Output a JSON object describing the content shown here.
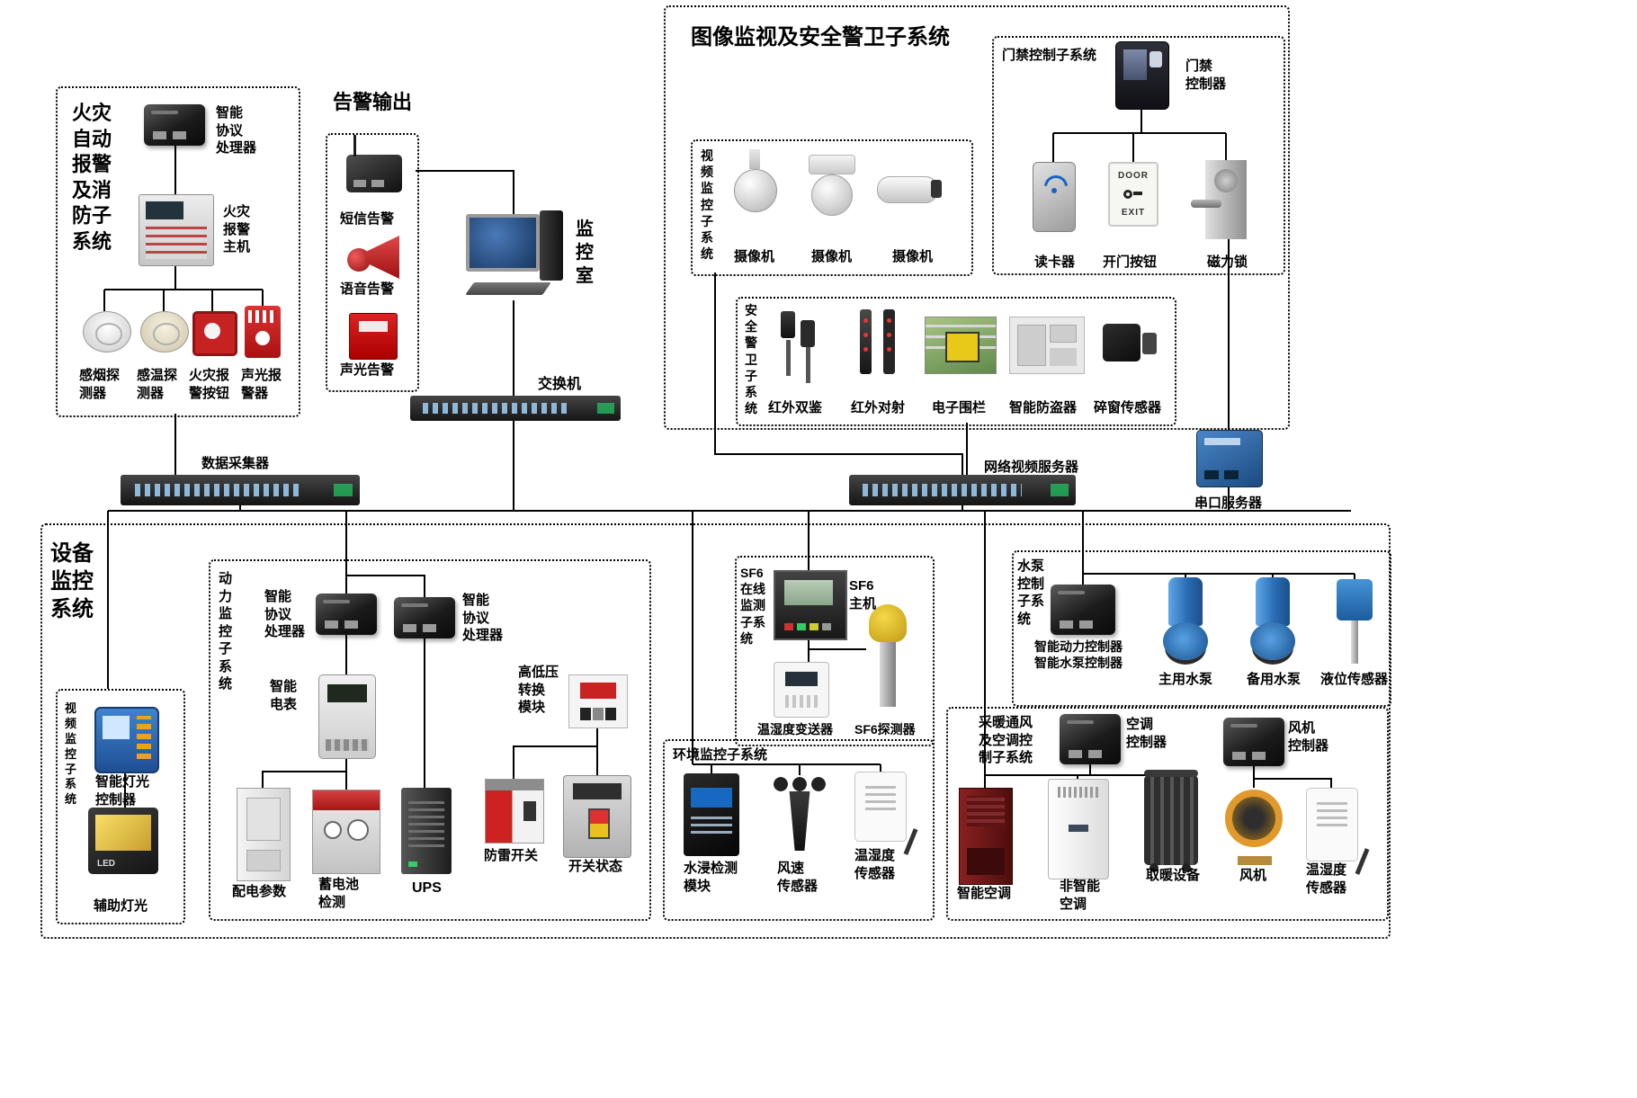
{
  "fire_system": {
    "title": "火灾自动报警及消防子系统",
    "protocol_processor": "智能\n协议\n处理器",
    "alarm_host": "火灾\n报警\n主机",
    "smoke_detector": "感烟探\n测器",
    "temp_detector": "感温探\n测器",
    "alarm_button": "火灾报\n警按钮",
    "sound_light_alarm": "声光报\n警器"
  },
  "alarm_output": {
    "title": "告警输出",
    "sms_alarm": "短信告警",
    "voice_alarm": "语音告警",
    "sound_light_alarm": "声光告警"
  },
  "monitor_room": {
    "title": "监控室"
  },
  "network": {
    "switch": "交换机",
    "data_collector": "数据采集器",
    "video_server": "网络视频服务器",
    "serial_server": "串口服务器"
  },
  "image_security": {
    "title": "图像监视及安全警卫子系统",
    "access": {
      "title": "门禁控制子系统",
      "controller": "门禁\n控制器",
      "card_reader": "读卡器",
      "door_button": "开门按钮",
      "door_text_top": "DOOR",
      "door_text_bottom": "EXIT",
      "magnetic_lock": "磁力锁"
    },
    "video": {
      "title": "视频监控子系统",
      "camera1": "摄像机",
      "camera2": "摄像机",
      "camera3": "摄像机"
    },
    "security": {
      "title": "安全警卫子系统",
      "ir_dual": "红外双鉴",
      "ir_beam": "红外对射",
      "fence": "电子围栏",
      "anti_theft": "智能防盗器",
      "window_sensor": "碎窗传感器"
    }
  },
  "equipment": {
    "title": "设备监控系统",
    "power": {
      "title": "动力监控子系统",
      "processor1": "智能\n协议\n处理器",
      "processor2": "智能\n协议\n处理器",
      "meter": "智能\n电表",
      "hv_module": "高低压\n转换\n模块",
      "distribution": "配电参数",
      "battery": "蓄电池\n检测",
      "ups": "UPS",
      "lightning": "防雷开关",
      "switch_status": "开关状态"
    },
    "lighting": {
      "title": "视频监控子系统",
      "controller": "智能灯光\n控制器",
      "led": "LED",
      "aux_light": "辅助灯光"
    },
    "sf6": {
      "title": "SF6\n在线\n监测\n子系\n统",
      "host": "SF6\n主机",
      "transmitter": "温湿度变送器",
      "detector": "SF6探测器"
    },
    "environment": {
      "title": "环境监控子系统",
      "water_module": "水浸检测\n模块",
      "wind_sensor": "风速\n传感器",
      "humiture": "温湿度\n传感器"
    },
    "pump": {
      "title": "水泵\n控制\n子系\n统",
      "controller": "智能动力控制器\n智能水泵控制器",
      "main_pump": "主用水泵",
      "backup_pump": "备用水泵",
      "level_sensor": "液位传感器"
    },
    "hvac": {
      "title": "采暖通风\n及空调控\n制子系统",
      "ac_controller": "空调\n控制器",
      "fan_controller": "风机\n控制器",
      "smart_ac": "智能空调",
      "normal_ac": "非智能\n空调",
      "heater": "取暖设备",
      "fan": "风机",
      "humiture": "温湿度\n传感器"
    }
  }
}
